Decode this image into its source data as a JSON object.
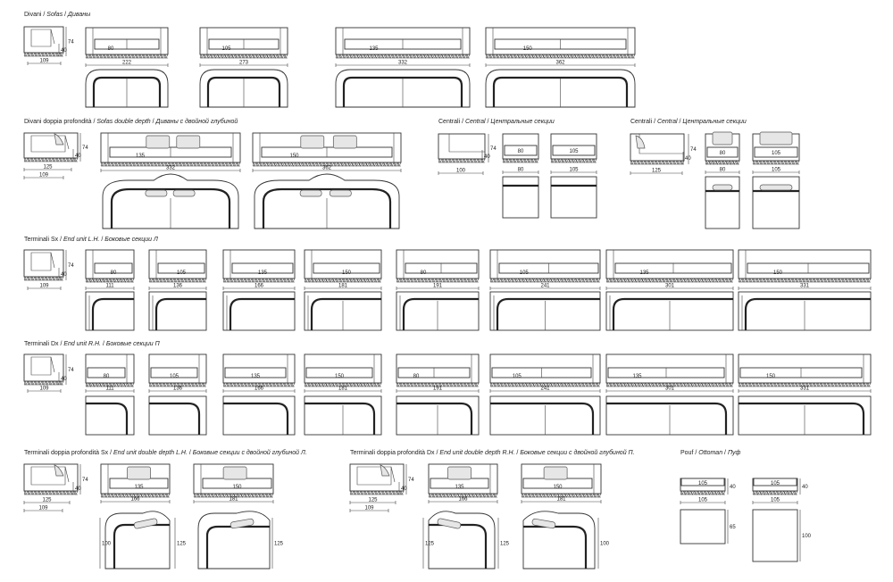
{
  "title_sofas": {
    "it": "Divani",
    "en": "Sofas",
    "ru": "Диваны"
  },
  "title_double": {
    "it": "Divani doppia profondità",
    "en": "Sofas double depth",
    "ru": "Диваны с двойной глубиной"
  },
  "title_central": {
    "it": "Centrali",
    "en": "Central",
    "ru": "Центральные секции"
  },
  "title_endsx": {
    "it": "Terminali Sx",
    "en": "End unit L.H.",
    "ru": "Боковые секции Л"
  },
  "title_enddx": {
    "it": "Terminali Dx",
    "en": "End unit R.H.",
    "ru": "Боковые секции П"
  },
  "title_endsx_dd": {
    "it": "Terminali doppia profondità Sx",
    "en": "End unit double depth L.H.",
    "ru": "Боковые секции с двойной глубиной Л."
  },
  "title_enddx_dd": {
    "it": "Terminali doppia profondità Dx",
    "en": "End unit double depth R.H.",
    "ru": "Боковые секции с двойной глубиной П."
  },
  "title_pouf": {
    "it": "Pouf",
    "en": "Ottoman",
    "ru": "Пуф"
  },
  "side_heights": {
    "h74": "74",
    "h40": "40"
  },
  "side_depths": {
    "standard": "109",
    "double": "125"
  },
  "sofas": [
    {
      "seat": "80",
      "width": "222"
    },
    {
      "seat": "105",
      "width": "273"
    },
    {
      "seat": "135",
      "width": "332"
    },
    {
      "seat": "150",
      "width": "362"
    }
  ],
  "double_sofas": [
    {
      "seat": "135",
      "width": "332"
    },
    {
      "seat": "150",
      "width": "362"
    }
  ],
  "central_a": {
    "side_depth": "100",
    "units": [
      {
        "seat": "80",
        "width": "80"
      },
      {
        "seat": "105",
        "width": "105"
      }
    ]
  },
  "central_b": {
    "side_depth": "125",
    "units": [
      {
        "seat": "80",
        "width": "80"
      },
      {
        "seat": "105",
        "width": "105"
      }
    ]
  },
  "end_sx": [
    {
      "seat": "80",
      "width": "111"
    },
    {
      "seat": "105",
      "width": "136"
    },
    {
      "seat": "135",
      "width": "166"
    },
    {
      "seat": "150",
      "width": "181"
    },
    {
      "seat": "80",
      "width": "191"
    },
    {
      "seat": "105",
      "width": "241"
    },
    {
      "seat": "135",
      "width": "301"
    },
    {
      "seat": "150",
      "width": "331"
    }
  ],
  "end_dx": [
    {
      "seat": "80",
      "width": "111"
    },
    {
      "seat": "105",
      "width": "136"
    },
    {
      "seat": "135",
      "width": "166"
    },
    {
      "seat": "150",
      "width": "181"
    },
    {
      "seat": "80",
      "width": "191"
    },
    {
      "seat": "105",
      "width": "241"
    },
    {
      "seat": "135",
      "width": "301"
    },
    {
      "seat": "150",
      "width": "331"
    }
  ],
  "end_sx_dd": {
    "units": [
      {
        "seat": "135",
        "width": "166"
      },
      {
        "seat": "150",
        "width": "181"
      }
    ],
    "plan_depths": [
      "100",
      "125",
      "125"
    ]
  },
  "end_dx_dd": {
    "units": [
      {
        "seat": "135",
        "width": "166"
      },
      {
        "seat": "150",
        "width": "181"
      }
    ],
    "plan_depths": [
      "125",
      "125",
      "100"
    ]
  },
  "pouf": [
    {
      "seat": "105",
      "height": "40",
      "width": "105",
      "depth": "65"
    },
    {
      "seat": "105",
      "height": "40",
      "width": "105",
      "depth": "100"
    }
  ]
}
